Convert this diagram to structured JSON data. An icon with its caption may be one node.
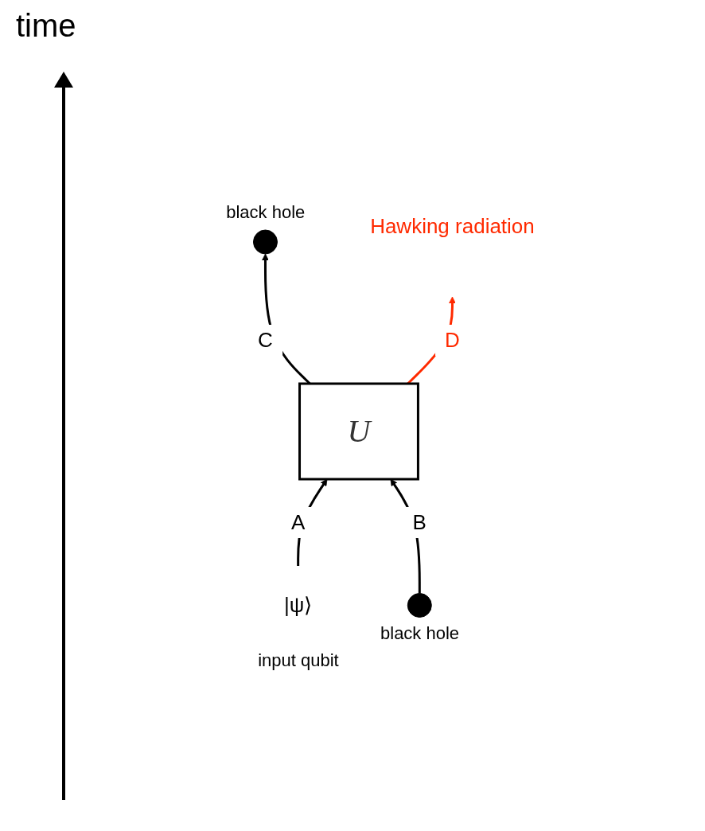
{
  "diagram": {
    "nodes": [
      {
        "text": [
          "U"
        ]
      },
      {
        "text": [
          "|ψ⟩"
        ],
        "beside": [
          "input qubit"
        ]
      },
      {
        "text": [],
        "shape": "circle",
        "beside": [
          "black hole"
        ]
      },
      {
        "text": [],
        "shape": "circle",
        "beside": [
          "black hole"
        ]
      },
      {
        "text": [
          "Hawking radiation"
        ]
      }
    ],
    "edges": [
      {
        "from": 1,
        "to": 0,
        "arrow": "to",
        "label": "A"
      },
      {
        "from": 2,
        "to": 0,
        "arrow": "to",
        "label": "B"
      },
      {
        "from": 0,
        "to": 3,
        "arrow": "to",
        "label": "C"
      },
      {
        "from": 0,
        "to": 4,
        "arrow": "to",
        "label": "D",
        "color": "#ff2a00"
      }
    ],
    "labels": [
      "time"
    ]
  }
}
